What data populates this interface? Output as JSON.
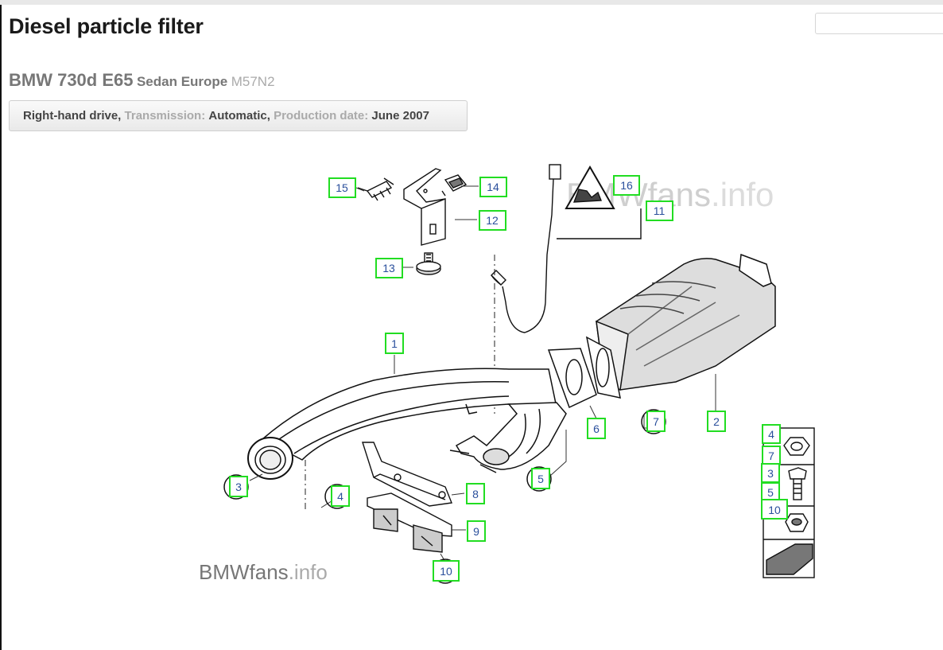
{
  "page": {
    "title": "Diesel particle filter",
    "model": "BMW 730d E65",
    "body": "Sedan Europe",
    "engine": "M57N2"
  },
  "specs": {
    "drive": "Right-hand drive,",
    "transmission_label": "Transmission:",
    "transmission_value": "Automatic,",
    "production_label": "Production date:",
    "production_value": "June 2007"
  },
  "watermarks": {
    "top_brand": "BMWfans",
    "top_suffix": ".info",
    "bottom_brand": "BMWfans",
    "bottom_suffix": ".info"
  },
  "callouts": {
    "c15": "15",
    "c14": "14",
    "c12": "12",
    "c13": "13",
    "c16": "16",
    "c11": "11",
    "c1": "1",
    "c2": "2",
    "c6": "6",
    "c7": "7",
    "c5": "5",
    "c3": "3",
    "c4": "4",
    "c8": "8",
    "c9": "9",
    "c10": "10",
    "s4": "4",
    "s7": "7",
    "s3": "3",
    "s5": "5",
    "s10": "10"
  }
}
